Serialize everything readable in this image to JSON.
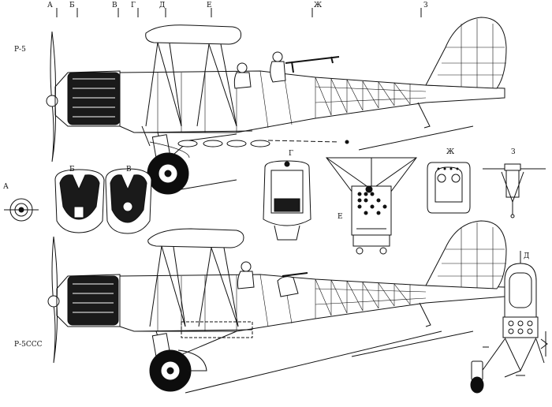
{
  "labels": {
    "section_top": [
      "А",
      "Б",
      "В",
      "Г",
      "Д",
      "Е",
      "Ж",
      "З"
    ],
    "variant_1": "Р-5",
    "variant_2": "Р-5ССС",
    "section_A": "А",
    "section_B": "Б",
    "section_V": "В",
    "section_G": "Г",
    "section_E": "Е",
    "section_Zh": "Ж",
    "section_Z": "З",
    "section_D": "Д"
  },
  "colors": {
    "ink": "#111111",
    "paper": "#ffffff",
    "engine_fill": "#1a1a1a",
    "tire_fill": "#0d0d0d"
  }
}
